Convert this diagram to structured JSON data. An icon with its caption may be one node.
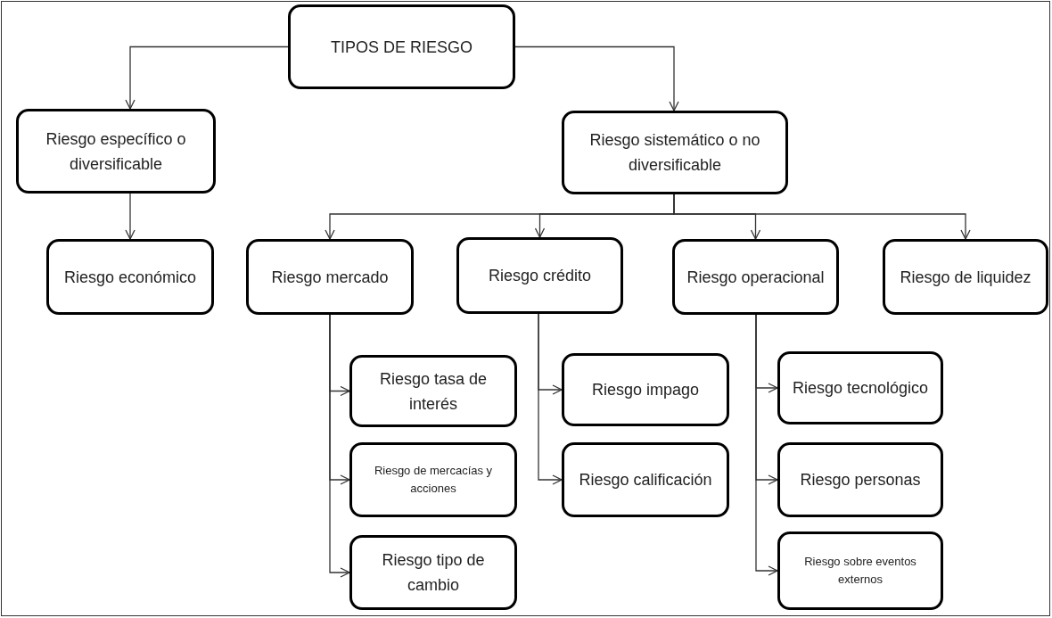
{
  "diagram": {
    "nodes": [
      {
        "text": [
          "TIPOS DE RIESGO"
        ]
      },
      {
        "text": [
          "Riesgo específico o diversificable"
        ]
      },
      {
        "text": [
          "Riesgo sistemático o no diversificable"
        ]
      },
      {
        "text": [
          "Riesgo económico"
        ]
      },
      {
        "text": [
          "Riesgo mercado"
        ]
      },
      {
        "text": [
          "Riesgo crédito"
        ]
      },
      {
        "text": [
          "Riesgo operacional"
        ]
      },
      {
        "text": [
          "Riesgo de liquidez"
        ]
      },
      {
        "text": [
          "Riesgo tasa de interés"
        ]
      },
      {
        "text": [
          "Riesgo de mercacías y acciones"
        ]
      },
      {
        "text": [
          "Riesgo tipo de cambio"
        ]
      },
      {
        "text": [
          "Riesgo impago"
        ]
      },
      {
        "text": [
          "Riesgo calificación"
        ]
      },
      {
        "text": [
          "Riesgo tecnológico"
        ]
      },
      {
        "text": [
          "Riesgo personas"
        ]
      },
      {
        "text": [
          "Riesgo sobre eventos externos"
        ]
      }
    ],
    "edges": [
      {
        "from": 0,
        "to": 1,
        "arrow": "to"
      },
      {
        "from": 0,
        "to": 2,
        "arrow": "to"
      },
      {
        "from": 1,
        "to": 3,
        "arrow": "to"
      },
      {
        "from": 2,
        "to": 4,
        "arrow": "to"
      },
      {
        "from": 2,
        "to": 5,
        "arrow": "to"
      },
      {
        "from": 2,
        "to": 6,
        "arrow": "to"
      },
      {
        "from": 2,
        "to": 7,
        "arrow": "to"
      },
      {
        "from": 4,
        "to": 8,
        "arrow": "to"
      },
      {
        "from": 4,
        "to": 9,
        "arrow": "to"
      },
      {
        "from": 4,
        "to": 10,
        "arrow": "to"
      },
      {
        "from": 5,
        "to": 11,
        "arrow": "to"
      },
      {
        "from": 5,
        "to": 12,
        "arrow": "to"
      },
      {
        "from": 6,
        "to": 13,
        "arrow": "to"
      },
      {
        "from": 6,
        "to": 14,
        "arrow": "to"
      },
      {
        "from": 6,
        "to": 15,
        "arrow": "to"
      }
    ]
  }
}
